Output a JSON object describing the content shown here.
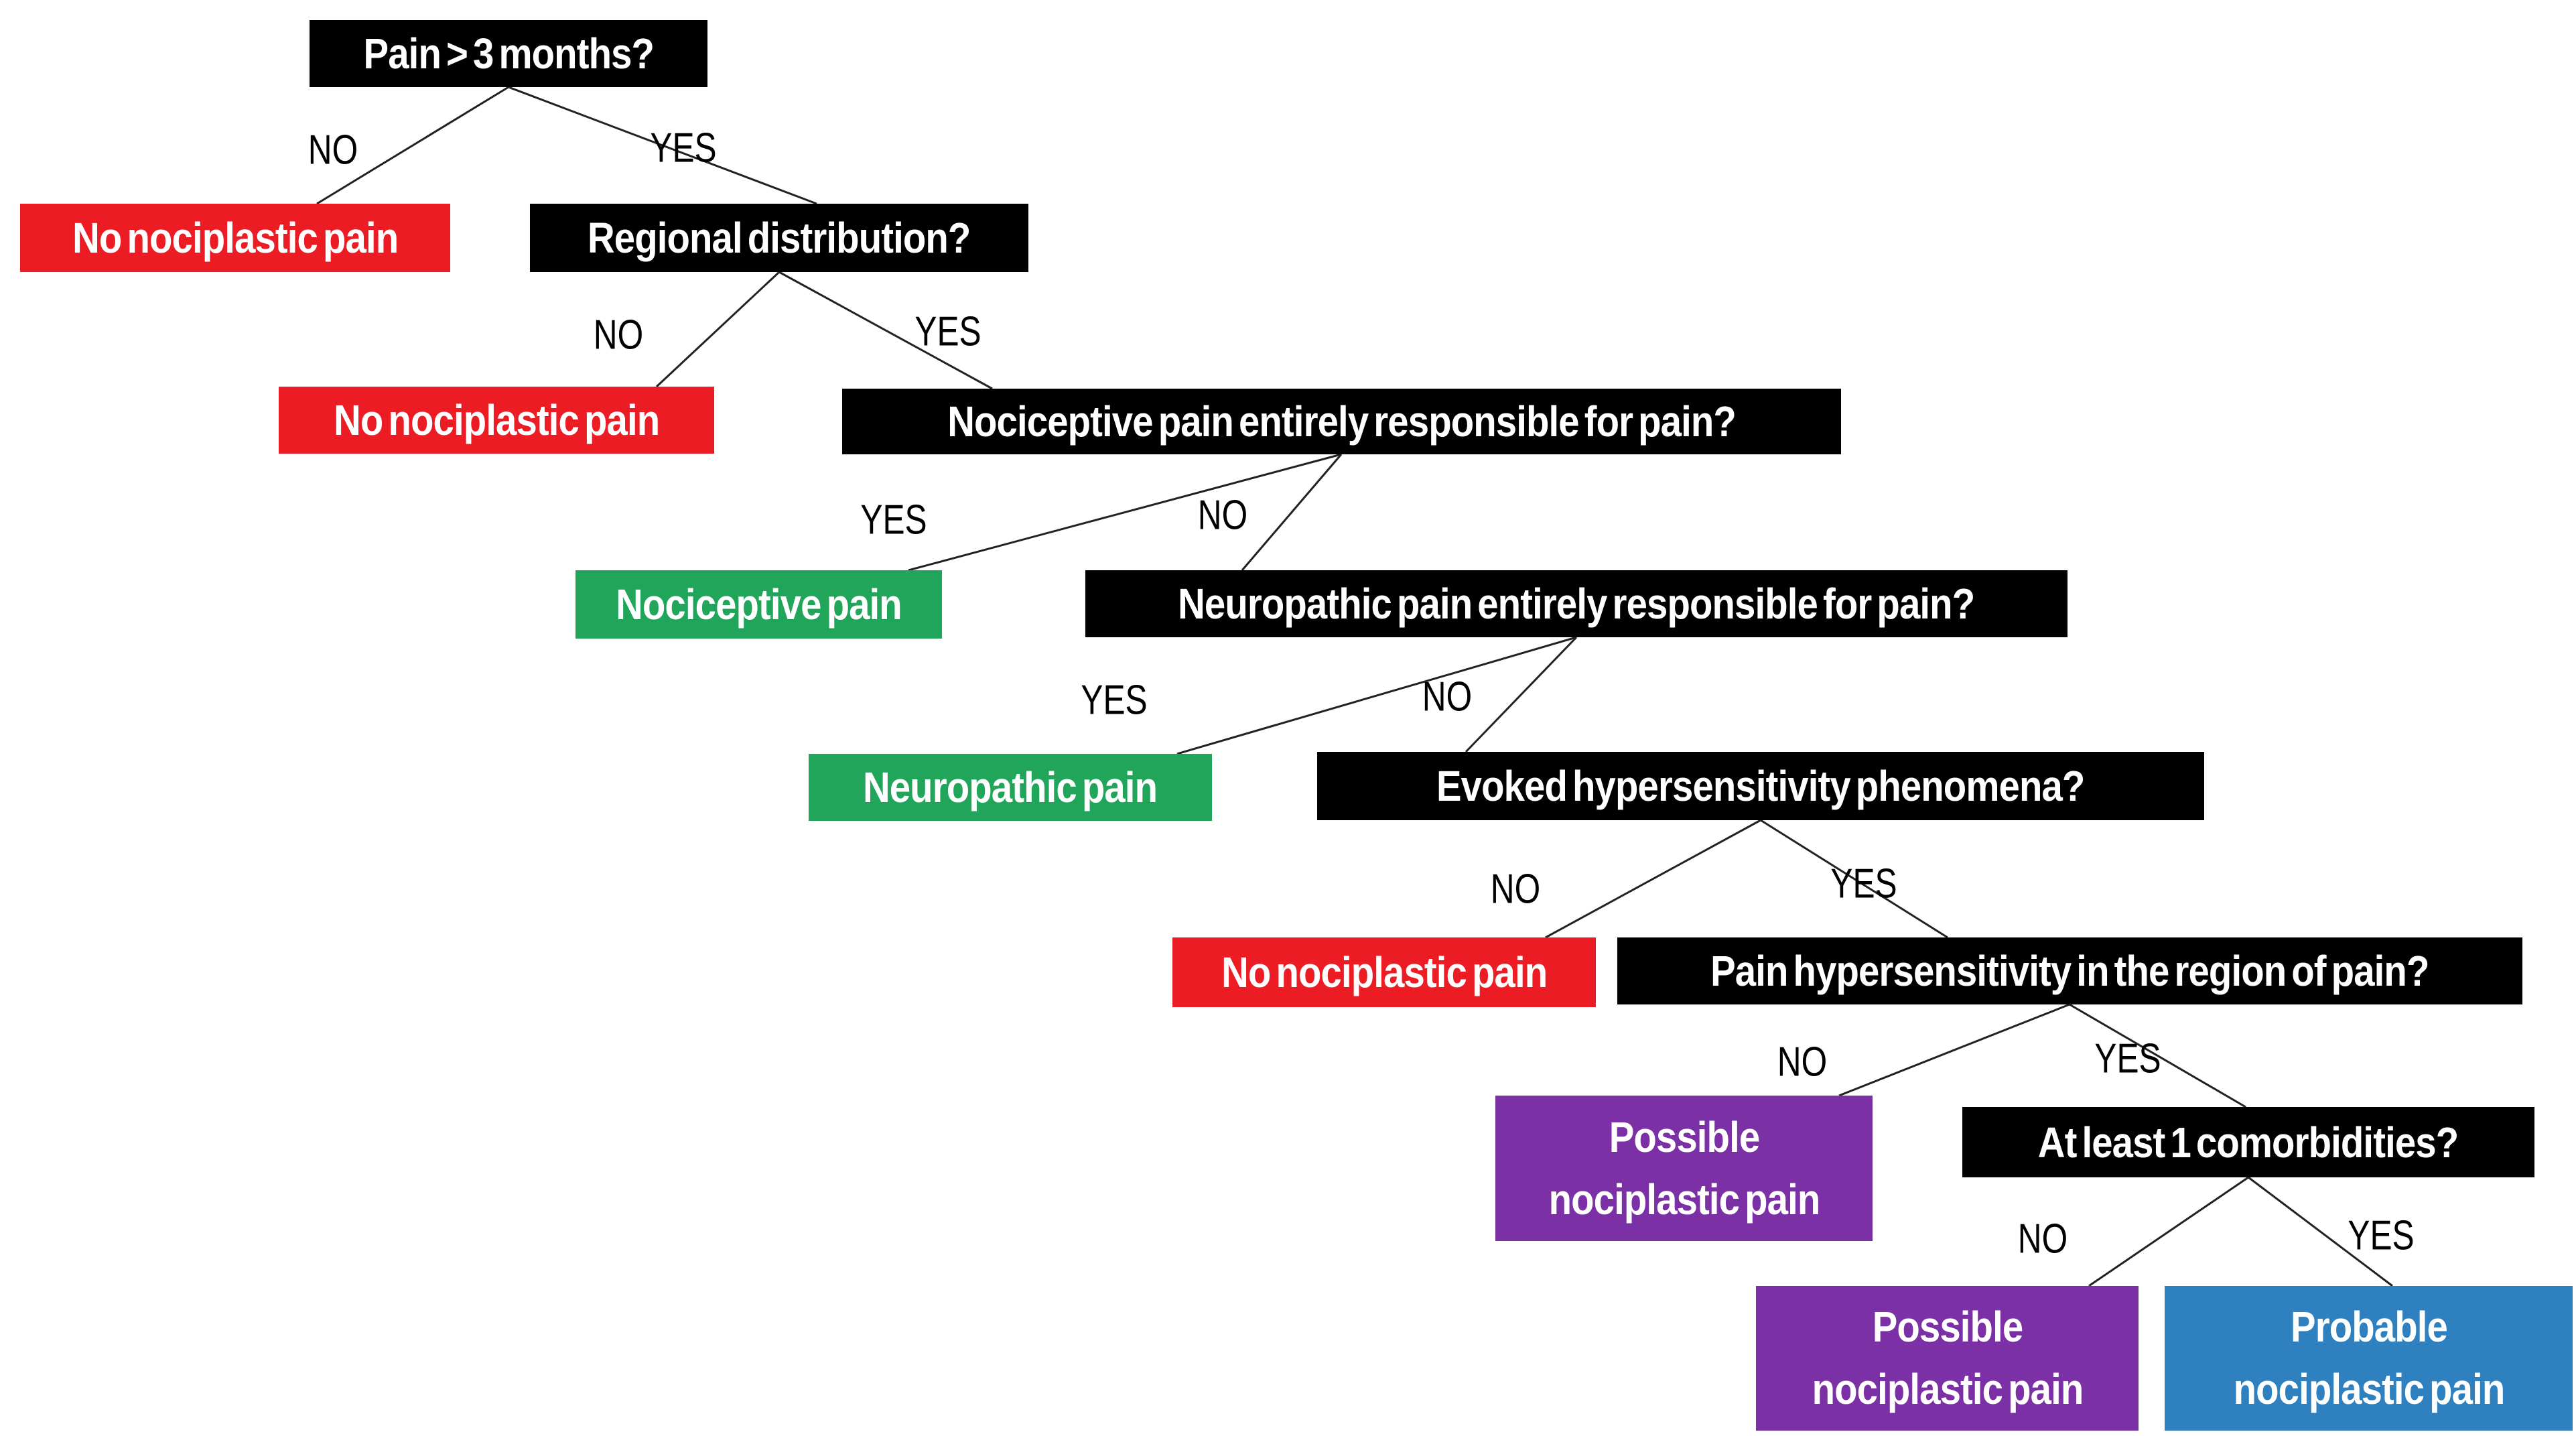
{
  "colors": {
    "background": "#ffffff",
    "question_box": "#000000",
    "box_text": "#ffffff",
    "no_nociplastic": "#ec1c24",
    "nociceptive_or_neuropathic": "#21a55b",
    "possible_nociplastic": "#7b30a5",
    "probable_nociplastic": "#2e80bf",
    "connector_line": "#222222",
    "edge_label_text": "#000000"
  },
  "nodes": [
    {
      "id": "q1",
      "type": "question",
      "label": "Pain > 3 months?"
    },
    {
      "id": "r1",
      "type": "outcome",
      "label": "No nociplastic pain"
    },
    {
      "id": "q2",
      "type": "question",
      "label": "Regional distribution?"
    },
    {
      "id": "r2",
      "type": "outcome",
      "label": "No nociplastic pain"
    },
    {
      "id": "q3",
      "type": "question",
      "label": "Nociceptive pain entirely responsible for pain?"
    },
    {
      "id": "g1",
      "type": "outcome",
      "label": "Nociceptive pain"
    },
    {
      "id": "q4",
      "type": "question",
      "label": "Neuropathic pain entirely responsible for pain?"
    },
    {
      "id": "g2",
      "type": "outcome",
      "label": "Neuropathic pain"
    },
    {
      "id": "q5",
      "type": "question",
      "label": "Evoked hypersensitivity phenomena?"
    },
    {
      "id": "r3",
      "type": "outcome",
      "label": "No nociplastic pain"
    },
    {
      "id": "q6",
      "type": "question",
      "label": "Pain hypersensitivity in the region of pain?"
    },
    {
      "id": "p1",
      "type": "outcome",
      "label": "Possible\nnociplastic pain"
    },
    {
      "id": "q7",
      "type": "question",
      "label": "At least 1 comorbidities?"
    },
    {
      "id": "p2",
      "type": "outcome",
      "label": "Possible\nnociplastic pain"
    },
    {
      "id": "b1",
      "type": "outcome",
      "label": "Probable\nnociplastic pain"
    }
  ],
  "edges": [
    {
      "from": "q1",
      "to": "r1",
      "label": "NO"
    },
    {
      "from": "q1",
      "to": "q2",
      "label": "YES"
    },
    {
      "from": "q2",
      "to": "r2",
      "label": "NO"
    },
    {
      "from": "q2",
      "to": "q3",
      "label": "YES"
    },
    {
      "from": "q3",
      "to": "g1",
      "label": "YES"
    },
    {
      "from": "q3",
      "to": "q4",
      "label": "NO"
    },
    {
      "from": "q4",
      "to": "g2",
      "label": "YES"
    },
    {
      "from": "q4",
      "to": "q5",
      "label": "NO"
    },
    {
      "from": "q5",
      "to": "r3",
      "label": "NO"
    },
    {
      "from": "q5",
      "to": "q6",
      "label": "YES"
    },
    {
      "from": "q6",
      "to": "p1",
      "label": "NO"
    },
    {
      "from": "q6",
      "to": "q7",
      "label": "YES"
    },
    {
      "from": "q7",
      "to": "p2",
      "label": "NO"
    },
    {
      "from": "q7",
      "to": "b1",
      "label": "YES"
    }
  ]
}
